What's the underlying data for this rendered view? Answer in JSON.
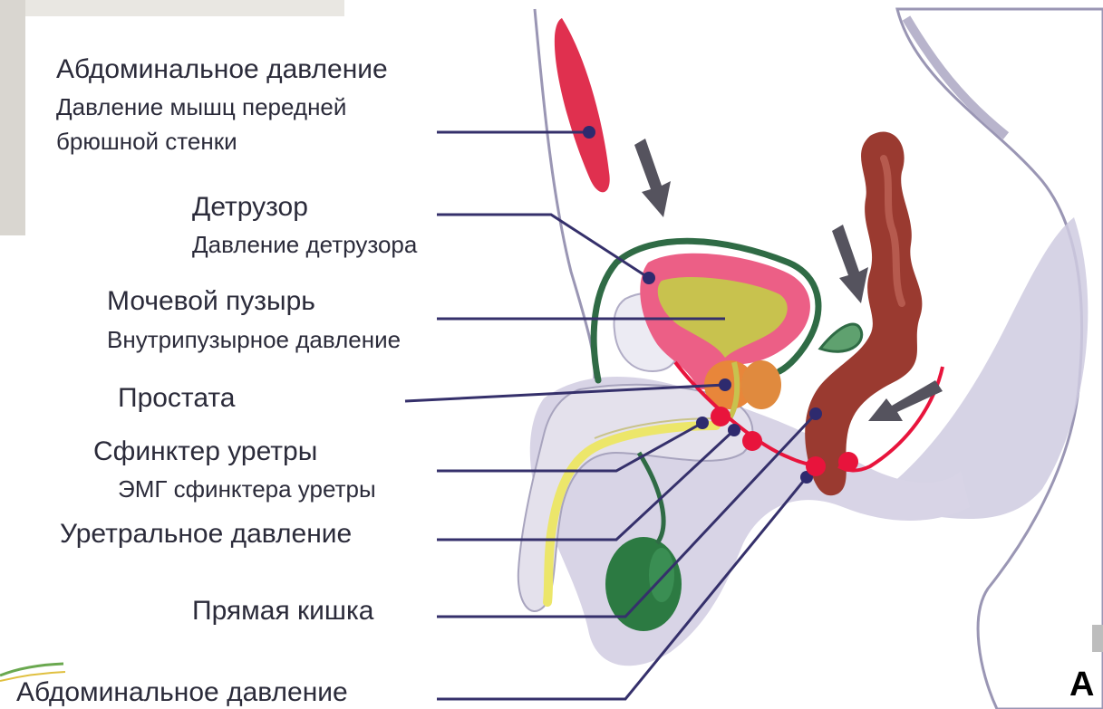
{
  "colors": {
    "leader_line": "#35306b",
    "marker_dot": "#2e2a6e",
    "abdominal_muscle": "#e0304f",
    "detrusor": "#ec5f86",
    "bladder_lumen": "#c8c24e",
    "prostate": "#e8863a",
    "sphincter_dot": "#e8143c",
    "rectum": "#9a3a30",
    "peritoneum": "#2f6b45",
    "testis": "#2c7a42",
    "urethra": "#ece66a",
    "body_shading": "#cfcbe0",
    "arrow": "#55535e"
  },
  "labels": {
    "abdominal_pressure": "Абдоминальное давление",
    "abdominal_wall_pressure_1": "Давление мышц передней",
    "abdominal_wall_pressure_2": "брюшной стенки",
    "detrusor": "Детрузор",
    "detrusor_pressure": "Давление детрузора",
    "bladder": "Мочевой пузырь",
    "intravesical_pressure": "Внутрипузырное давление",
    "prostate": "Простата",
    "urethral_sphincter": "Сфинктер уретры",
    "sphincter_emg": "ЭМГ сфинктера уретры",
    "urethral_pressure": "Уретральное давление",
    "rectum": "Прямая кишка",
    "abdominal_pressure_bottom": "Абдоминальное давление",
    "panel_letter": "A"
  }
}
